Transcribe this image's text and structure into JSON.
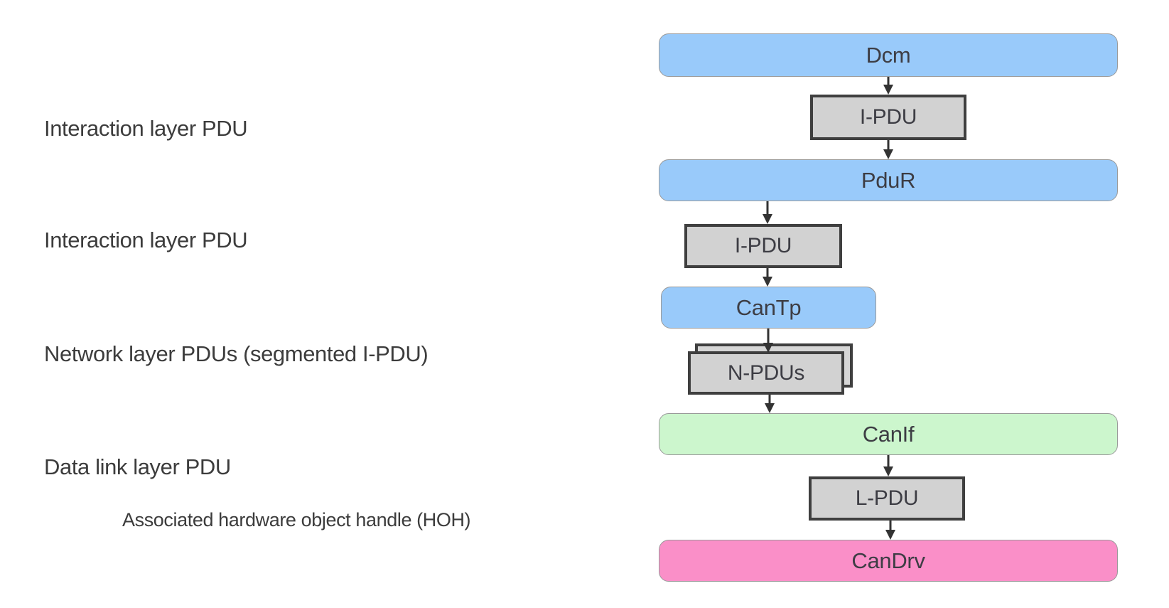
{
  "annotations": {
    "interaction1": "Interaction layer PDU",
    "interaction2": "Interaction layer PDU",
    "network": "Network layer PDUs (segmented I-PDU)",
    "datalink": "Data link layer PDU",
    "hoh": "Associated hardware object handle (HOH)"
  },
  "nodes": {
    "dcm": "Dcm",
    "ipdu1": "I-PDU",
    "pdur": "PduR",
    "ipdu2": "I-PDU",
    "cantp": "CanTp",
    "npdus": "N-PDUs",
    "canif": "CanIf",
    "lpdu": "L-PDU",
    "candrv": "CanDrv"
  },
  "colors": {
    "module_blue": "#99cafa",
    "module_green": "#ccf6cd",
    "module_pink": "#fa8fc8",
    "pdu_fill": "#d2d2d2",
    "pdu_border": "#3f3f3f",
    "arrow": "#333333",
    "annotation_text": "#3c3c3c"
  }
}
